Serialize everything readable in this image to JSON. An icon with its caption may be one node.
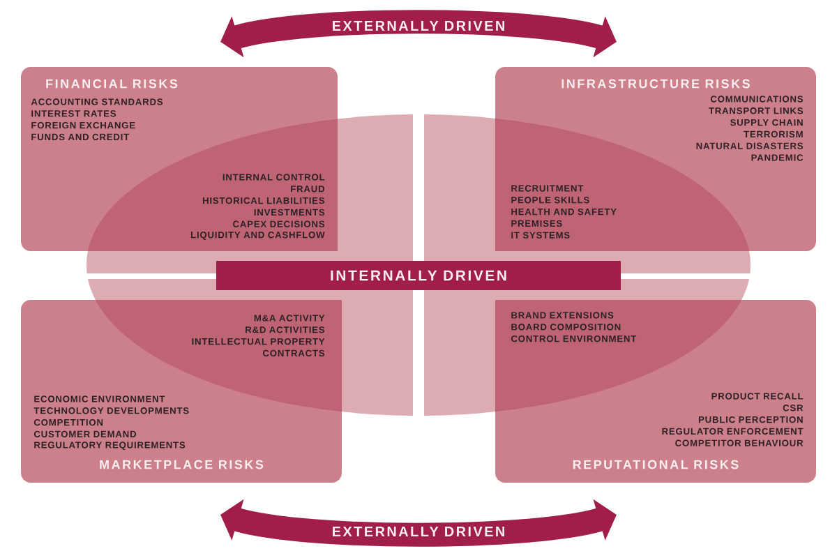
{
  "diagram": {
    "nodes": [
      {
        "text": [
          "FINANCIAL RISKS",
          "ACCOUNTING STANDARDS",
          "INTEREST RATES",
          "FOREIGN EXCHANGE",
          "FUNDS AND CREDIT",
          "INTERNAL CONTROL",
          "FRAUD",
          "HISTORICAL LIABILITIES",
          "INVESTMENTS",
          "CAPEX DECISIONS",
          "LIQUIDITY AND CASHFLOW"
        ]
      },
      {
        "text": [
          "INFRASTRUCTURE RISKS",
          "COMMUNICATIONS",
          "TRANSPORT LINKS",
          "SUPPLY CHAIN",
          "TERRORISM",
          "NATURAL DISASTERS",
          "PANDEMIC",
          "RECRUITMENT",
          "PEOPLE SKILLS",
          "HEALTH AND SAFETY",
          "PREMISES",
          "IT SYSTEMS"
        ]
      },
      {
        "text": [
          "INTERNALLY DRIVEN"
        ]
      },
      {
        "text": [
          "MARKETPLACE RISKS",
          "M&A ACTIVITY",
          "R&D ACTIVITIES",
          "INTELLECTUAL PROPERTY",
          "CONTRACTS",
          "ECONOMIC ENVIRONMENT",
          "TECHNOLOGY DEVELOPMENTS",
          "COMPETITION",
          "CUSTOMER DEMAND",
          "REGULATORY REQUIREMENTS"
        ]
      },
      {
        "text": [
          "REPUTATIONAL RISKS",
          "BRAND EXTENSIONS",
          "BOARD COMPOSITION",
          "CONTROL ENVIRONMENT",
          "PRODUCT RECALL",
          "CSR",
          "PUBLIC PERCEPTION",
          "REGULATOR ENFORCEMENT",
          "COMPETITOR BEHAVIOUR"
        ]
      }
    ],
    "edges": [],
    "labels": [
      "EXTERNALLY DRIVEN",
      "EXTERNALLY DRIVEN"
    ]
  }
}
